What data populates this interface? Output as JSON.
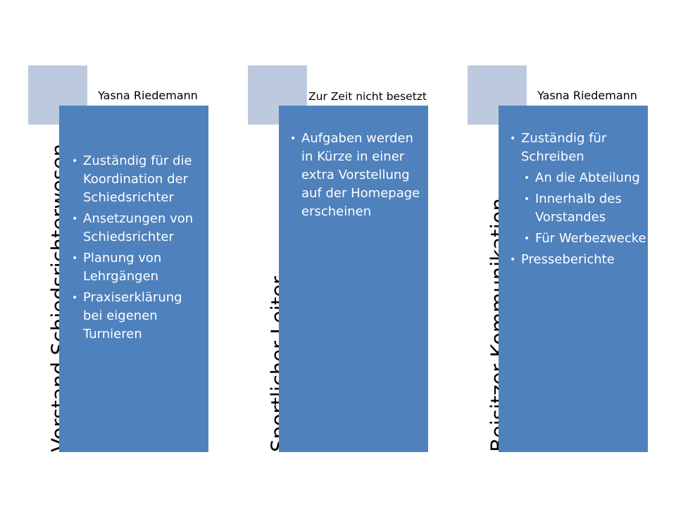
{
  "columns": [
    {
      "title": "Vorstand Schiedsrichterwesen",
      "person": "Yasna Riedemann",
      "bullets": [
        " Zuständig für die Koordination der Schiedsrichter",
        "Ansetzungen von Schiedsrichter",
        "Planung von Lehrgängen",
        "Praxiserklärung bei eigenen Turnieren"
      ]
    },
    {
      "title": "Sportlicher  Leiter",
      "person": "Zur Zeit nicht besetzt",
      "bullets": [
        "Aufgaben werden in Kürze in einer extra Vorstellung  auf der Homepage erscheinen"
      ]
    },
    {
      "title": "Beisitzer  Kommunikation",
      "person": "Yasna Riedemann",
      "bullets": [
        "Zuständig für Schreiben",
        "An die Abteilung",
        "Innerhalb des Vorstandes",
        "Für Werbezwecke",
        "Presseberichte"
      ]
    }
  ],
  "colors": {
    "box": "#4f81bd",
    "accent_square": "#bdc9de",
    "box_text": "#ffffff"
  }
}
